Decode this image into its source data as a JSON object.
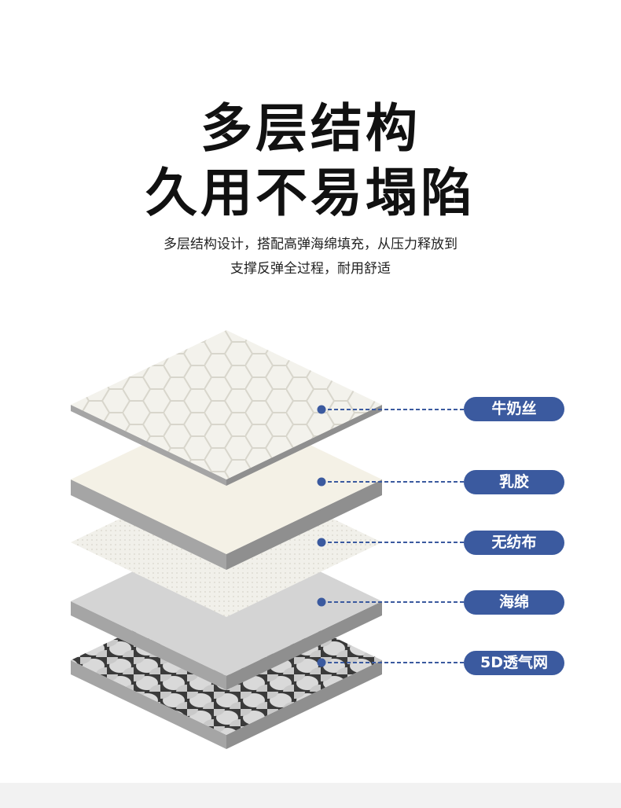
{
  "headline": {
    "line1": "多层结构",
    "line2": "久用不易塌陷"
  },
  "description": {
    "line1": "多层结构设计，搭配高弹海绵填充，从压力释放到",
    "line2": "支撑反弹全过程，耐用舒适"
  },
  "layers": [
    {
      "label": "牛奶丝"
    },
    {
      "label": "乳胶"
    },
    {
      "label": "无纺布"
    },
    {
      "label": "海绵"
    },
    {
      "label": "5D透气网"
    }
  ],
  "colors": {
    "accent": "#3b5a9f",
    "edge": "#9a9a9a"
  }
}
